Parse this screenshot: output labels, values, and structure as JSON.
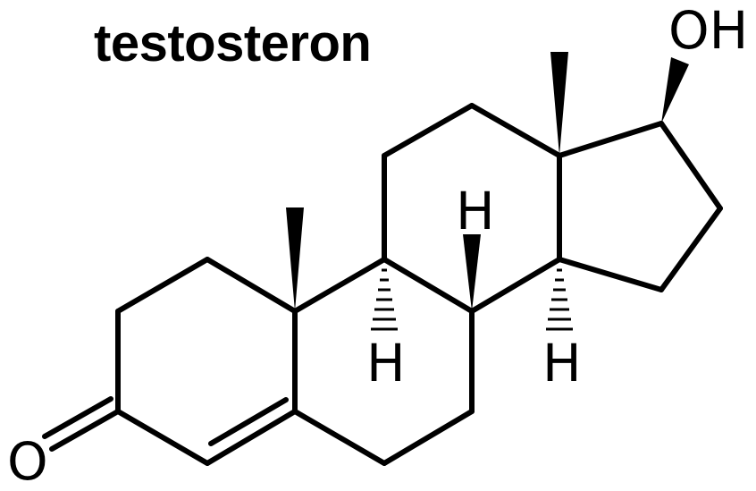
{
  "title": "testosteron",
  "atom_labels": {
    "hydroxyl": "OH",
    "carbonyl_oxygen": "O",
    "hydrogen_c8": "H",
    "hydrogen_c9": "H",
    "hydrogen_c14": "H"
  },
  "colors": {
    "ink": "#000000",
    "background": "#ffffff"
  }
}
